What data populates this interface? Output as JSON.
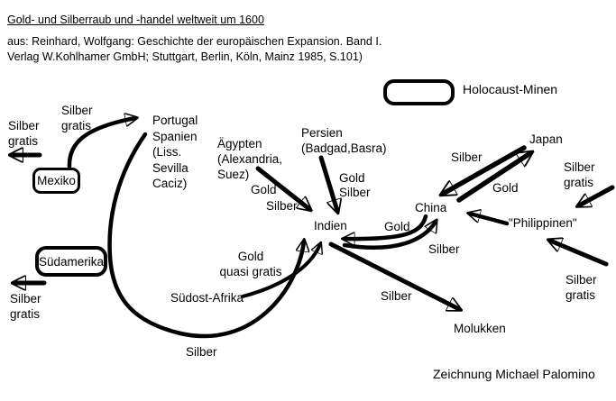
{
  "header": {
    "title": "Gold- und Silberraub und -handel weltweit um 1600",
    "source_line_1": "aus: Reinhard, Wolfgang: Geschichte der europäischen Expansion. Band I.",
    "source_line_2": "Verlag W.Kohlhamer GmbH; Stuttgart, Berlin, Köln, Mainz 1985, S.101)"
  },
  "legend": {
    "label": "Holocaust-Minen"
  },
  "credit": "Zeichnung Michael Palomino",
  "nodes": {
    "mexiko": "Mexiko",
    "suedamerika": "Südamerika",
    "portugal_spanien": "Portugal\nSpanien\n(Liss.\nSevilla\nCaciz)",
    "aegypten": "Ägypten\n(Alexandria,\nSuez)",
    "persien": "Persien\n(Badgad,Basra)",
    "indien": "Indien",
    "china": "China",
    "japan": "Japan",
    "philippinen": "\"Philippinen\"",
    "molukken": "Molukken",
    "suedost_afrika": "Südost-Afrika"
  },
  "flow_labels": {
    "mexiko_west": "Silber\ngratis",
    "mexiko_europa": "Silber\ngratis",
    "suedamerika_west": "Silber\ngratis",
    "europa_indien": "Silber",
    "afrika_indien": "Gold\nquasi gratis",
    "aegypten_indien_gold": "Gold",
    "aegypten_indien_silber": "Silber",
    "persien_indien_gold": "Gold",
    "persien_indien_silber": "Silber",
    "japan_china": "Silber",
    "china_japan": "Gold",
    "china_indien": "Gold",
    "indien_china": "Silber",
    "indien_molukken": "Silber",
    "pazifik_philippinen_nord": "Silber\ngratis",
    "pazifik_philippinen_sued": "Silber\ngratis"
  },
  "colors": {
    "ink": "#000000",
    "background": "#ffffff"
  }
}
